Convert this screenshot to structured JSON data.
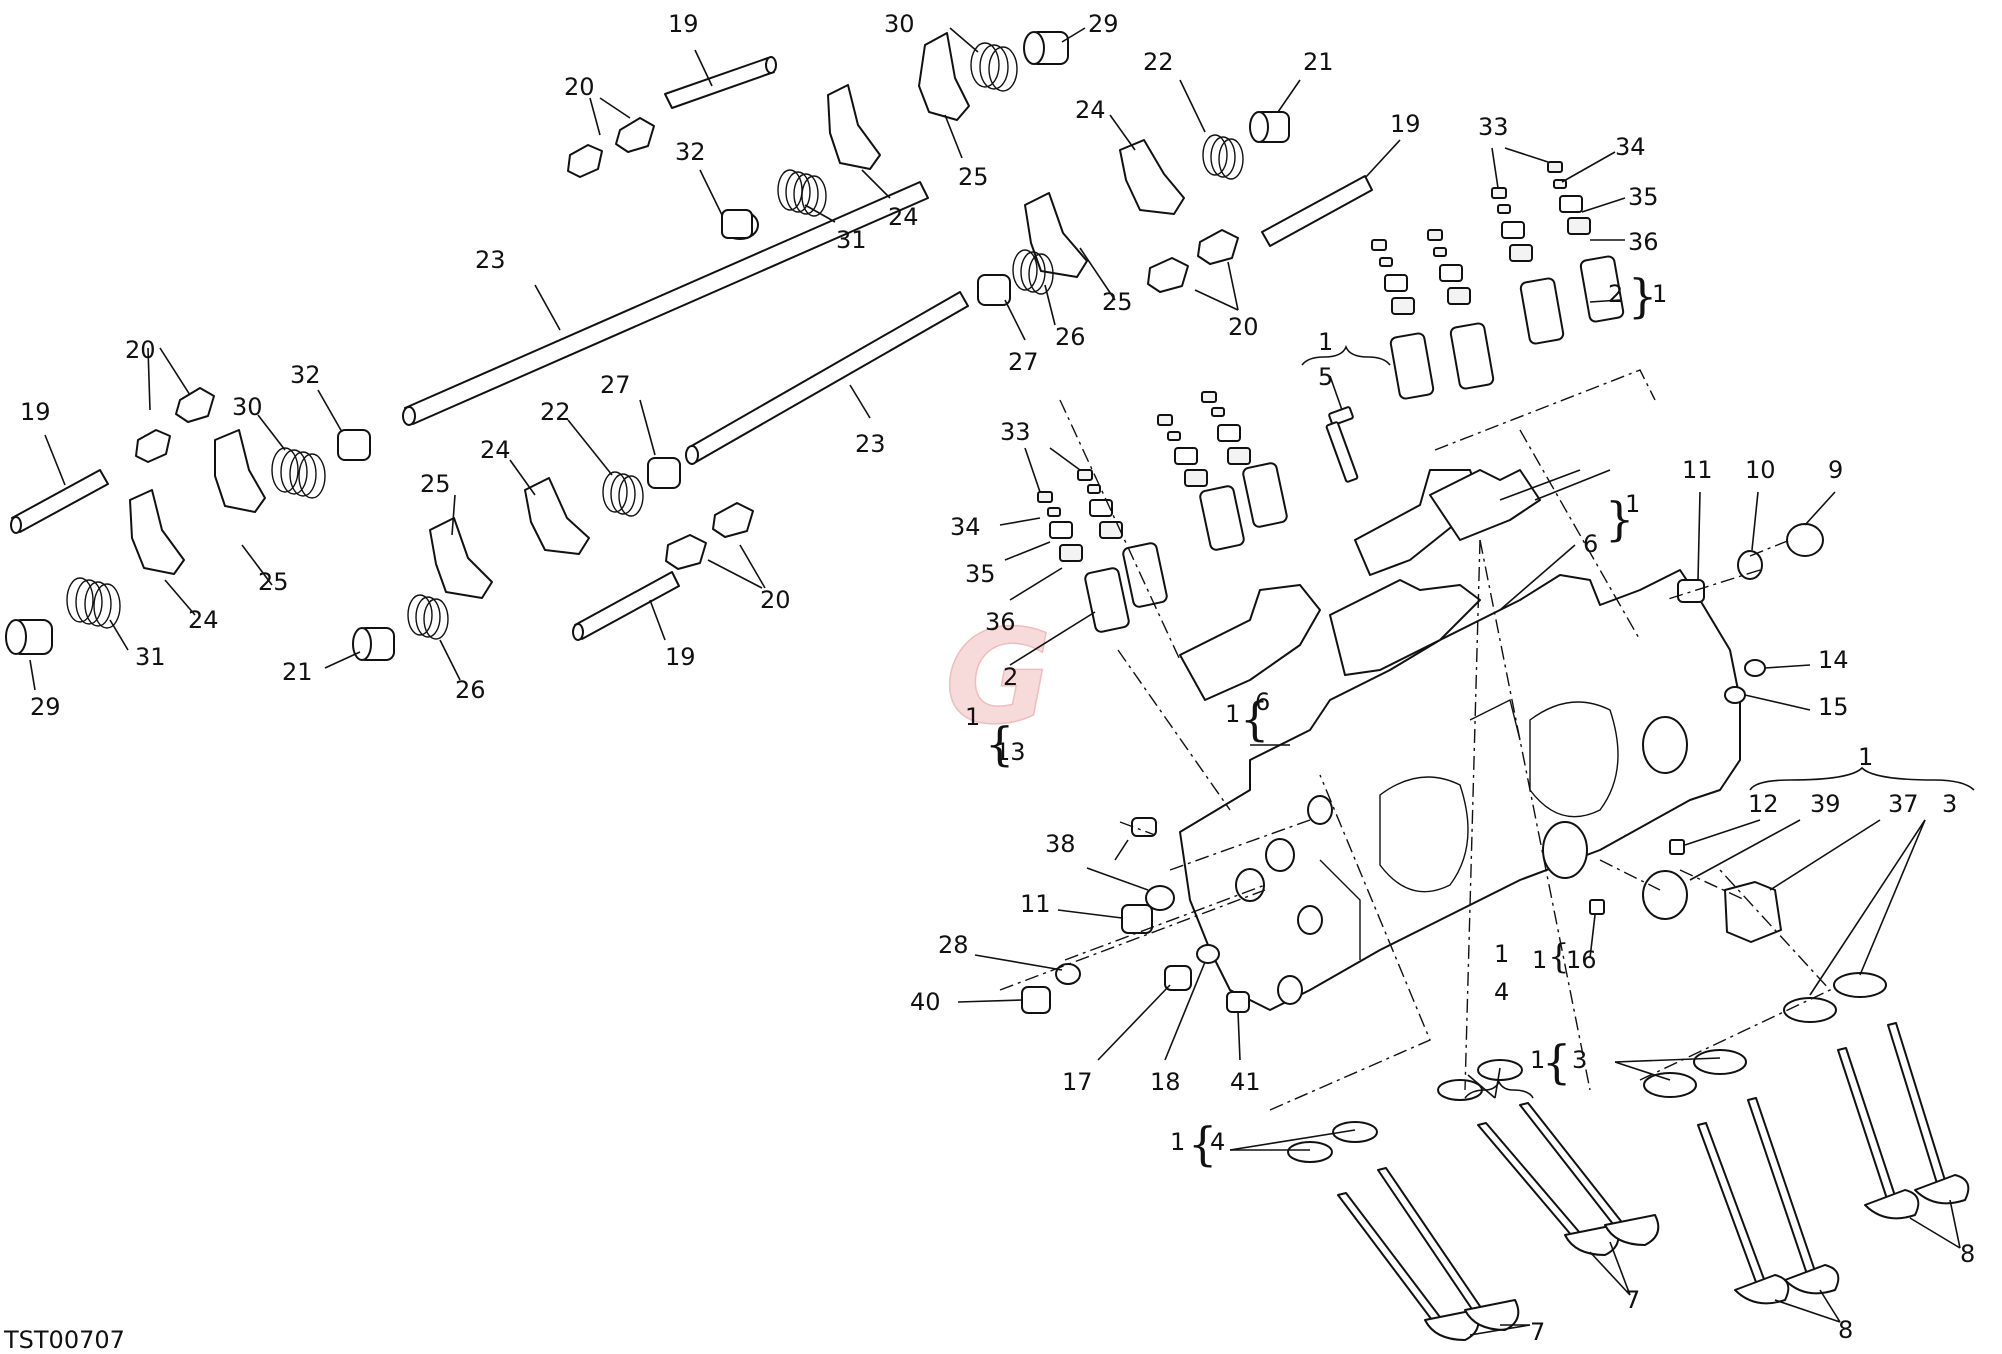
{
  "drawing_code": "TST00707",
  "watermark_letter": "G",
  "callouts": [
    {
      "id": "c19a",
      "text": "19"
    },
    {
      "id": "c20a",
      "text": "20"
    },
    {
      "id": "c30a",
      "text": "30"
    },
    {
      "id": "c29a",
      "text": "29"
    },
    {
      "id": "c32a",
      "text": "32"
    },
    {
      "id": "c31a",
      "text": "31"
    },
    {
      "id": "c24a",
      "text": "24"
    },
    {
      "id": "c25a",
      "text": "25"
    },
    {
      "id": "c22a",
      "text": "22"
    },
    {
      "id": "c21a",
      "text": "21"
    },
    {
      "id": "c24b",
      "text": "24"
    },
    {
      "id": "c19b",
      "text": "19"
    },
    {
      "id": "c25b",
      "text": "25"
    },
    {
      "id": "c20b",
      "text": "20"
    },
    {
      "id": "c26a",
      "text": "26"
    },
    {
      "id": "c27a",
      "text": "27"
    },
    {
      "id": "c23a",
      "text": "23"
    },
    {
      "id": "c23b",
      "text": "23"
    },
    {
      "id": "c20c",
      "text": "20"
    },
    {
      "id": "c19c",
      "text": "19"
    },
    {
      "id": "c32b",
      "text": "32"
    },
    {
      "id": "c30b",
      "text": "30"
    },
    {
      "id": "c22b",
      "text": "22"
    },
    {
      "id": "c27b",
      "text": "27"
    },
    {
      "id": "c24c",
      "text": "24"
    },
    {
      "id": "c25c",
      "text": "25"
    },
    {
      "id": "c25d",
      "text": "25"
    },
    {
      "id": "c24d",
      "text": "24"
    },
    {
      "id": "c31b",
      "text": "31"
    },
    {
      "id": "c29b",
      "text": "29"
    },
    {
      "id": "c21b",
      "text": "21"
    },
    {
      "id": "c26b",
      "text": "26"
    },
    {
      "id": "c19d",
      "text": "19"
    },
    {
      "id": "c20d",
      "text": "20"
    },
    {
      "id": "c33a",
      "text": "33"
    },
    {
      "id": "c34a",
      "text": "34"
    },
    {
      "id": "c35a",
      "text": "35"
    },
    {
      "id": "c36a",
      "text": "36"
    },
    {
      "id": "c2a",
      "text": "2"
    },
    {
      "id": "c1a",
      "text": "1"
    },
    {
      "id": "c1b",
      "text": "1"
    },
    {
      "id": "c5a",
      "text": "5"
    },
    {
      "id": "c33b",
      "text": "33"
    },
    {
      "id": "c34b",
      "text": "34"
    },
    {
      "id": "c35b",
      "text": "35"
    },
    {
      "id": "c36b",
      "text": "36"
    },
    {
      "id": "c2b",
      "text": "2"
    },
    {
      "id": "c1c",
      "text": "1"
    },
    {
      "id": "c13a",
      "text": "13"
    },
    {
      "id": "c1d",
      "text": "1"
    },
    {
      "id": "c6a",
      "text": "6"
    },
    {
      "id": "c6b",
      "text": "6"
    },
    {
      "id": "c1e",
      "text": "1"
    },
    {
      "id": "c11a",
      "text": "11"
    },
    {
      "id": "c10a",
      "text": "10"
    },
    {
      "id": "c9a",
      "text": "9"
    },
    {
      "id": "c14a",
      "text": "14"
    },
    {
      "id": "c15a",
      "text": "15"
    },
    {
      "id": "c1f",
      "text": "1"
    },
    {
      "id": "c12a",
      "text": "12"
    },
    {
      "id": "c39a",
      "text": "39"
    },
    {
      "id": "c37a",
      "text": "37"
    },
    {
      "id": "c3a",
      "text": "3"
    },
    {
      "id": "c38a",
      "text": "38"
    },
    {
      "id": "c11b",
      "text": "11"
    },
    {
      "id": "c28a",
      "text": "28"
    },
    {
      "id": "c40a",
      "text": "40"
    },
    {
      "id": "c17a",
      "text": "17"
    },
    {
      "id": "c18a",
      "text": "18"
    },
    {
      "id": "c41a",
      "text": "41"
    },
    {
      "id": "c1g",
      "text": "1"
    },
    {
      "id": "c16a",
      "text": "16"
    },
    {
      "id": "c1h",
      "text": "1"
    },
    {
      "id": "c4a",
      "text": "4"
    },
    {
      "id": "c1i",
      "text": "1"
    },
    {
      "id": "c3b",
      "text": "3"
    },
    {
      "id": "c1j",
      "text": "1"
    },
    {
      "id": "c4b",
      "text": "4"
    },
    {
      "id": "c7a",
      "text": "7"
    },
    {
      "id": "c7b",
      "text": "7"
    },
    {
      "id": "c8a",
      "text": "8"
    },
    {
      "id": "c8b",
      "text": "8"
    }
  ]
}
